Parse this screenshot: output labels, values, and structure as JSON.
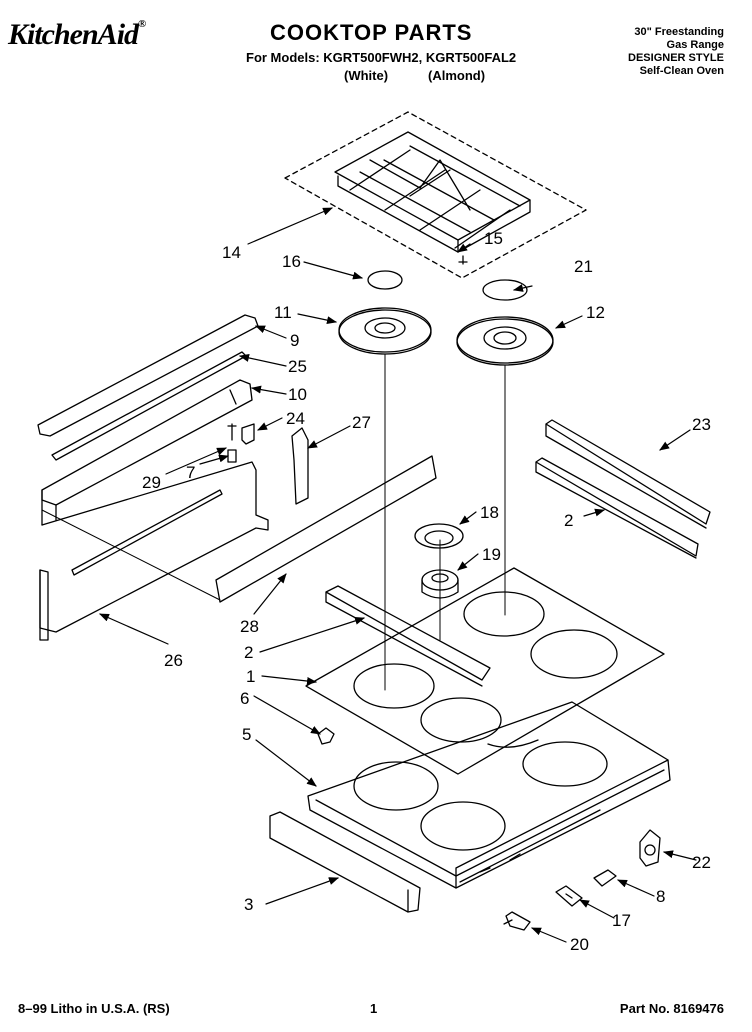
{
  "header": {
    "brand": "KitchenAid",
    "brand_mark": "®",
    "title": "COOKTOP PARTS",
    "models_line": "For Models: KGRT500FWH2, KGRT500FAL2",
    "color_white": "(White)",
    "color_almond": "(Almond)",
    "description": [
      "30\" Freestanding",
      "Gas Range",
      "DESIGNER STYLE",
      "Self-Clean Oven"
    ]
  },
  "callouts": {
    "c14": "14",
    "c15": "15",
    "c16": "16",
    "c21": "21",
    "c11": "11",
    "c12": "12",
    "c9": "9",
    "c25": "25",
    "c10": "10",
    "c24": "24",
    "c27": "27",
    "c23": "23",
    "c29": "29",
    "c7": "7",
    "c18": "18",
    "c2a": "2",
    "c19": "19",
    "c28": "28",
    "c26": "26",
    "c2b": "2",
    "c1": "1",
    "c6": "6",
    "c5": "5",
    "c22": "22",
    "c8": "8",
    "c3": "3",
    "c17": "17",
    "c20": "20"
  },
  "footer": {
    "litho": "8–99 Litho in U.S.A. (RS)",
    "page": "1",
    "part_no": "Part No. 8169476"
  }
}
